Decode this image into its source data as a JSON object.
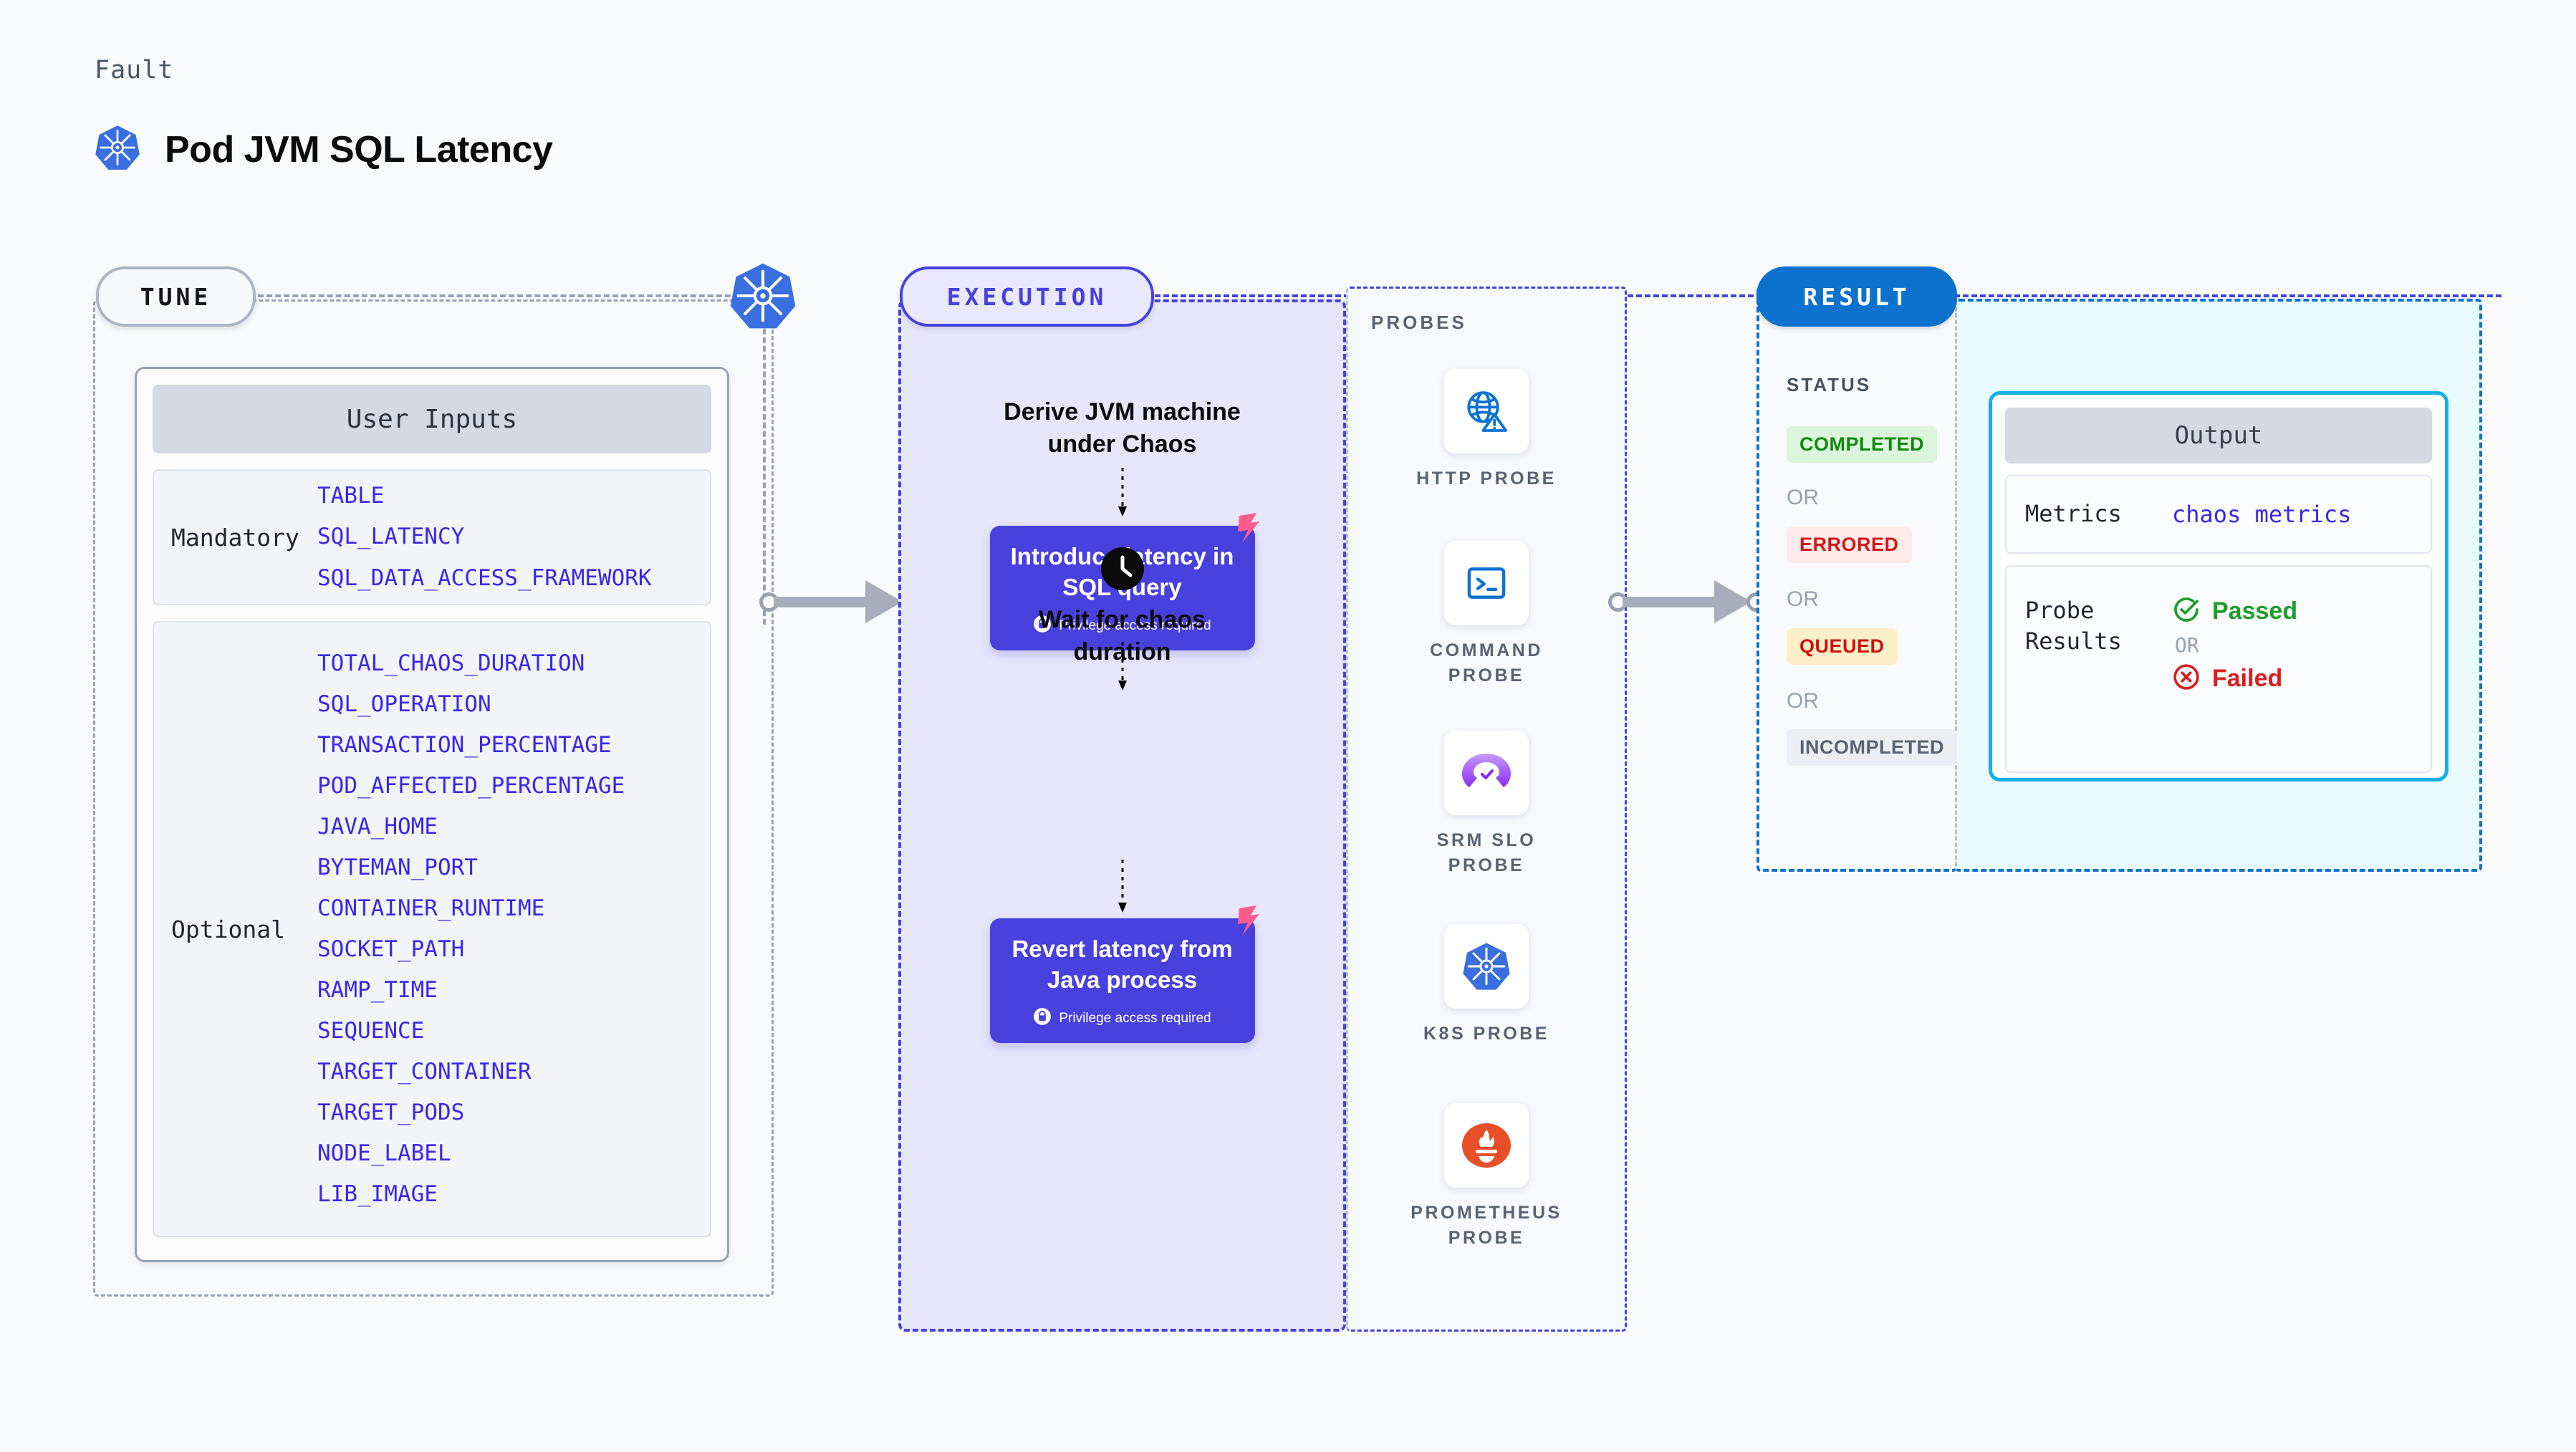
{
  "header": {
    "kicker": "Fault",
    "title": "Pod JVM SQL Latency",
    "icon": "kubernetes-icon"
  },
  "colors": {
    "accent_purple": "#4841dd",
    "accent_blue": "#0d72ce",
    "param_link": "#3b27e8",
    "tune_border": "#9aa2b1",
    "output_border": "#16b0e8",
    "harness_pink": "#ff5c8d"
  },
  "tune": {
    "badge": "TUNE",
    "card_title": "User Inputs",
    "groups": [
      {
        "kind": "Mandatory",
        "params": [
          "TABLE",
          "SQL_LATENCY",
          "SQL_DATA_ACCESS_FRAMEWORK"
        ]
      },
      {
        "kind": "Optional",
        "params": [
          "TOTAL_CHAOS_DURATION",
          "SQL_OPERATION",
          "TRANSACTION_PERCENTAGE",
          "POD_AFFECTED_PERCENTAGE",
          "JAVA_HOME",
          "BYTEMAN_PORT",
          "CONTAINER_RUNTIME",
          "SOCKET_PATH",
          "RAMP_TIME",
          "SEQUENCE",
          "TARGET_CONTAINER",
          "TARGET_PODS",
          "NODE_LABEL",
          "LIB_IMAGE"
        ]
      }
    ]
  },
  "execution": {
    "badge": "EXECUTION",
    "step_derive": "Derive JVM machine\nunder Chaos",
    "action_1": {
      "label": "Introduce latency in\nSQL query",
      "privilege": "Privilege access required"
    },
    "step_wait": "Wait for chaos\nduration",
    "action_2": {
      "label": "Revert latency from\nJava process",
      "privilege": "Privilege access required"
    }
  },
  "probes": {
    "title": "PROBES",
    "items": [
      {
        "label": "HTTP PROBE",
        "icon": "globe-warning-icon"
      },
      {
        "label": "COMMAND\nPROBE",
        "icon": "terminal-icon"
      },
      {
        "label": "SRM SLO\nPROBE",
        "icon": "srm-slo-icon"
      },
      {
        "label": "K8S PROBE",
        "icon": "kubernetes-icon"
      },
      {
        "label": "PROMETHEUS\nPROBE",
        "icon": "prometheus-icon"
      }
    ]
  },
  "result": {
    "badge": "RESULT",
    "status_title": "STATUS",
    "or_label": "OR",
    "statuses": [
      {
        "label": "COMPLETED",
        "bg": "#ddf5dd",
        "fg": "#0f8a0f"
      },
      {
        "label": "ERRORED",
        "bg": "#fdeaea",
        "fg": "#d01919"
      },
      {
        "label": "QUEUED",
        "bg": "#fdf0c9",
        "fg": "#cc1111"
      },
      {
        "label": "INCOMPLETED",
        "bg": "#eceef4",
        "fg": "#5b6273"
      }
    ],
    "output": {
      "title": "Output",
      "metrics_key": "Metrics",
      "metrics_value": "chaos metrics",
      "probe_key": "Probe\nResults",
      "passed": "Passed",
      "or_label": "OR",
      "failed": "Failed",
      "passed_color": "#1c9e2a",
      "failed_color": "#d81f1f"
    }
  }
}
